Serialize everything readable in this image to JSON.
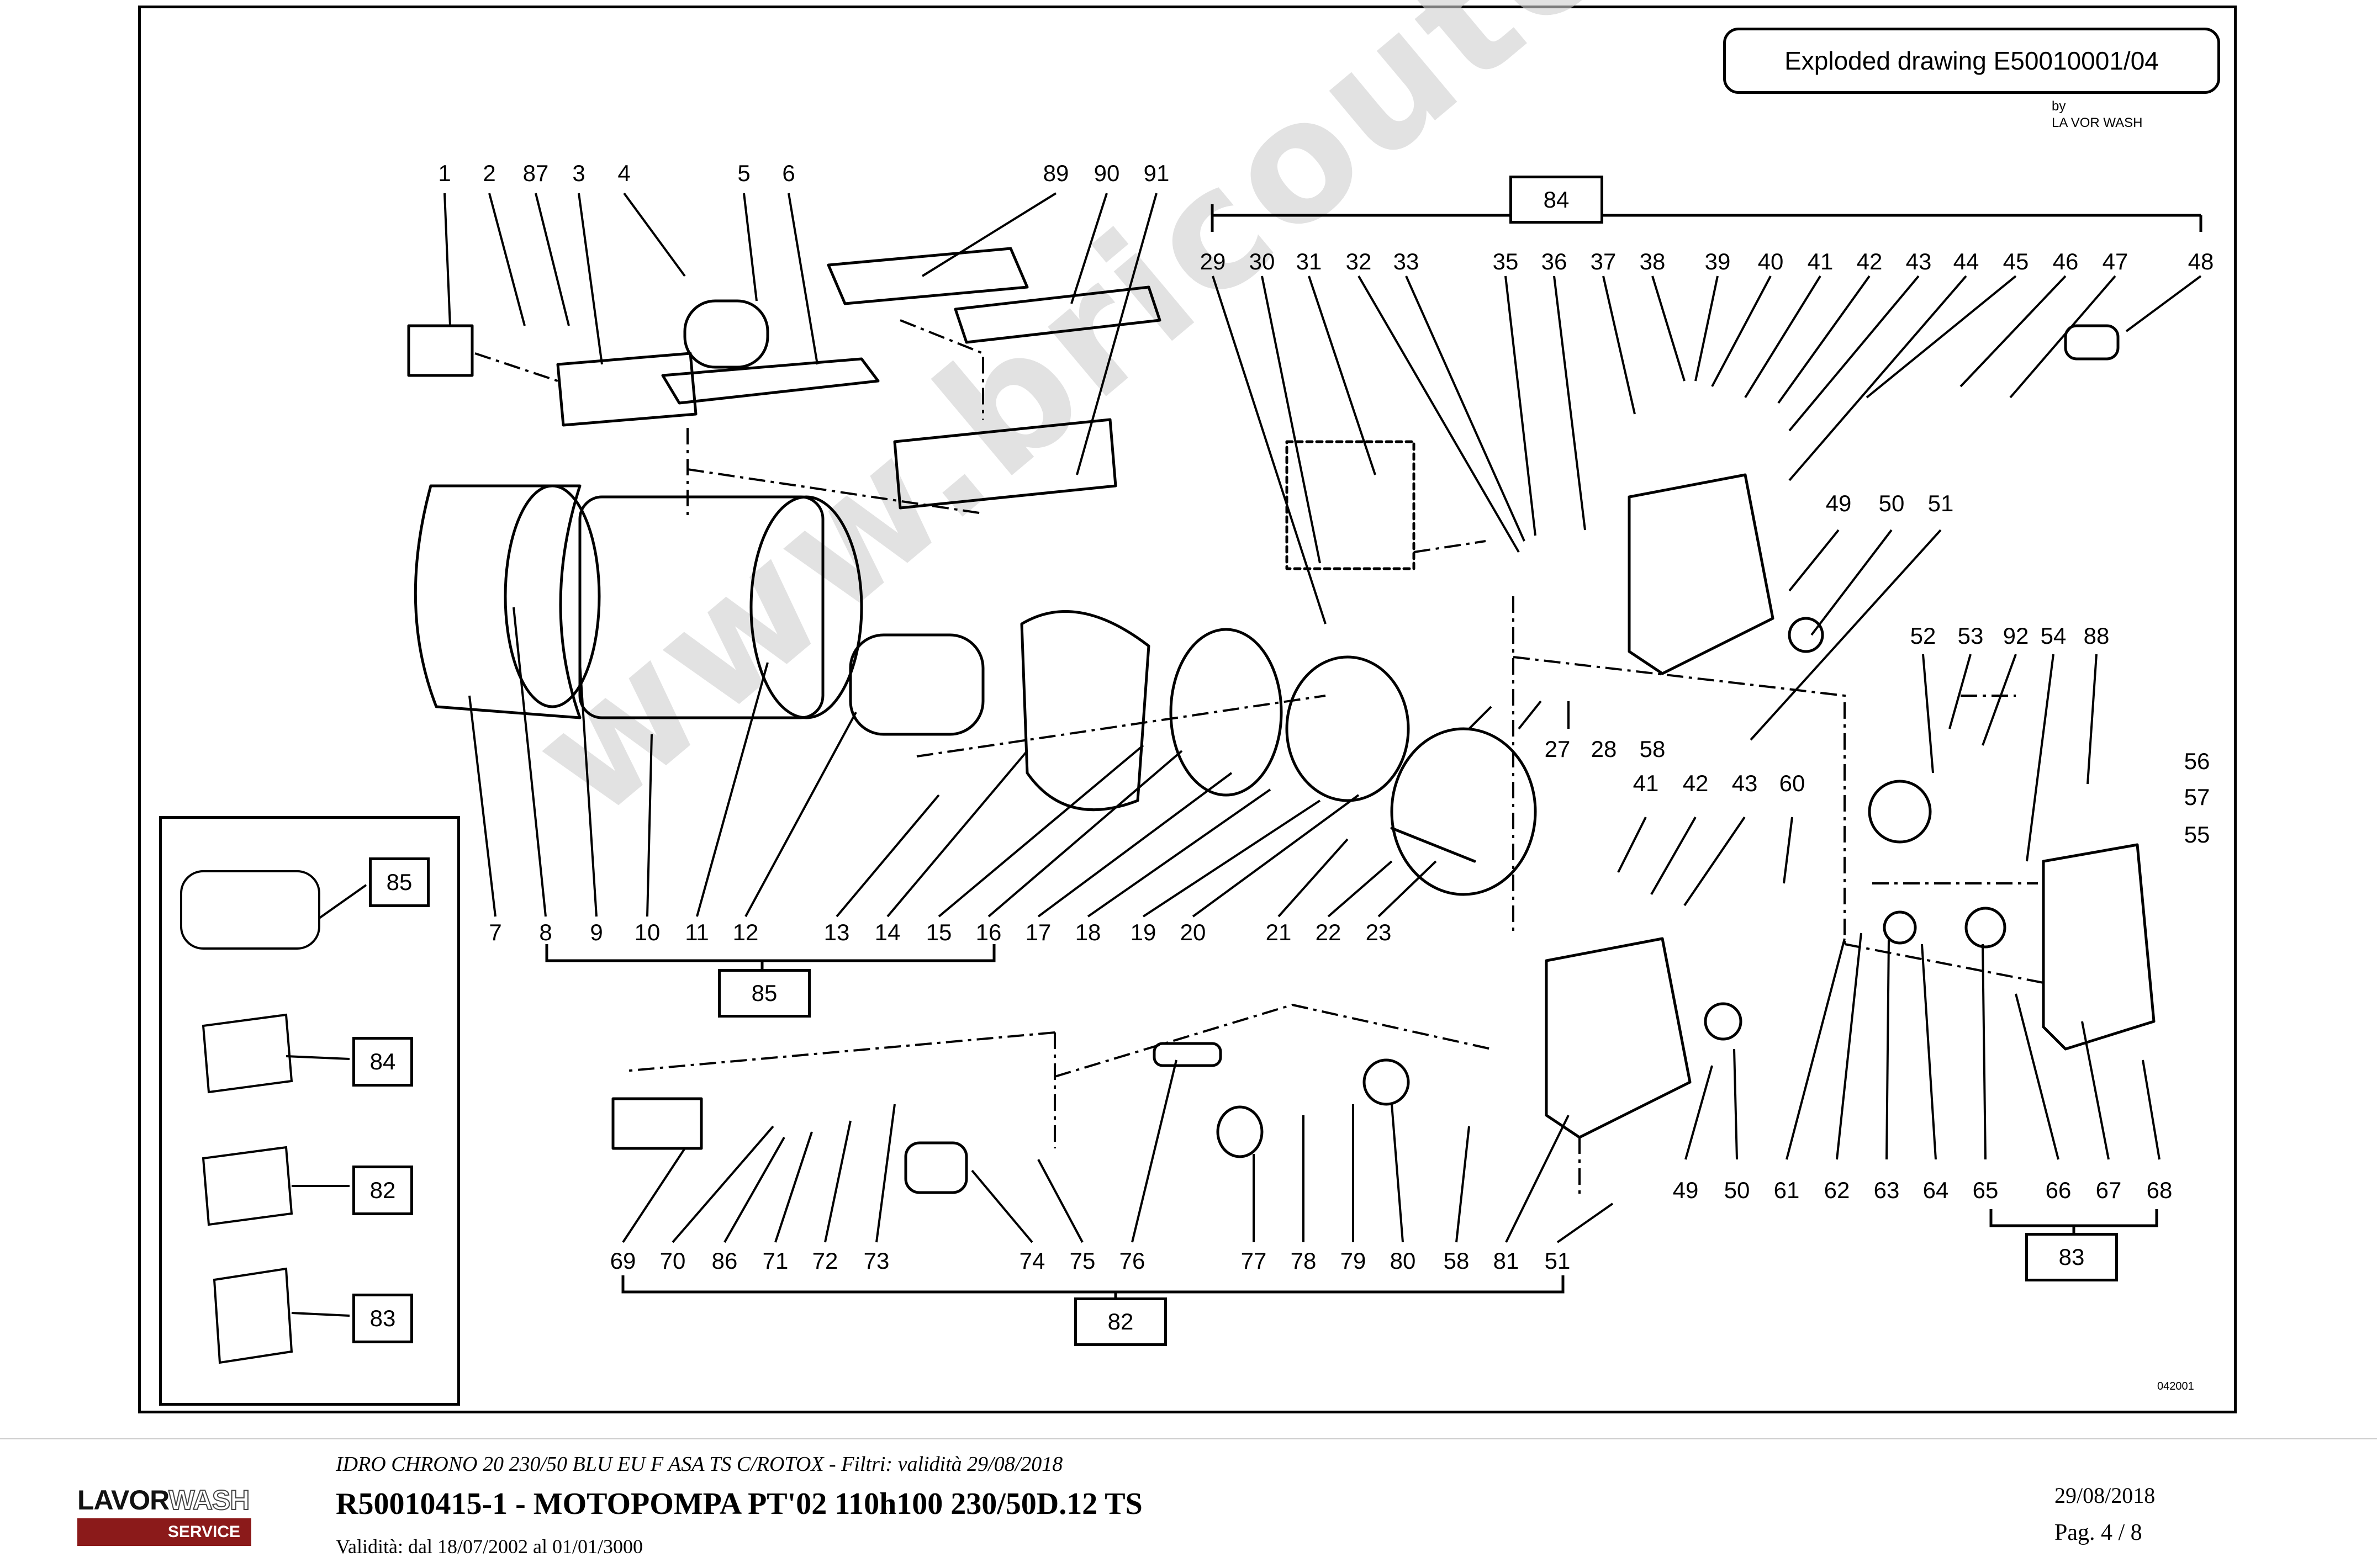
{
  "header": {
    "title": "Exploded drawing E50010001/04",
    "by": "by",
    "company": "LA VOR WASH",
    "drawing_code": "042001"
  },
  "watermark": "www.bricoutensili.com",
  "part_labels": [
    {
      "id": "p1",
      "text": "1"
    },
    {
      "id": "p2",
      "text": "2"
    },
    {
      "id": "p87",
      "text": "87"
    },
    {
      "id": "p3",
      "text": "3"
    },
    {
      "id": "p4",
      "text": "4"
    },
    {
      "id": "p5",
      "text": "5"
    },
    {
      "id": "p6",
      "text": "6"
    },
    {
      "id": "p89",
      "text": "89"
    },
    {
      "id": "p90",
      "text": "90"
    },
    {
      "id": "p91",
      "text": "91"
    },
    {
      "id": "p29",
      "text": "29"
    },
    {
      "id": "p30",
      "text": "30"
    },
    {
      "id": "p31",
      "text": "31"
    },
    {
      "id": "p32",
      "text": "32"
    },
    {
      "id": "p33",
      "text": "33"
    },
    {
      "id": "p35",
      "text": "35"
    },
    {
      "id": "p36",
      "text": "36"
    },
    {
      "id": "p37",
      "text": "37"
    },
    {
      "id": "p38",
      "text": "38"
    },
    {
      "id": "p39",
      "text": "39"
    },
    {
      "id": "p40",
      "text": "40"
    },
    {
      "id": "p41a",
      "text": "41"
    },
    {
      "id": "p42a",
      "text": "42"
    },
    {
      "id": "p43a",
      "text": "43"
    },
    {
      "id": "p44",
      "text": "44"
    },
    {
      "id": "p45",
      "text": "45"
    },
    {
      "id": "p46",
      "text": "46"
    },
    {
      "id": "p47",
      "text": "47"
    },
    {
      "id": "p48",
      "text": "48"
    },
    {
      "id": "p49a",
      "text": "49"
    },
    {
      "id": "p50a",
      "text": "50"
    },
    {
      "id": "p51a",
      "text": "51"
    },
    {
      "id": "p52",
      "text": "52"
    },
    {
      "id": "p53",
      "text": "53"
    },
    {
      "id": "p92",
      "text": "92"
    },
    {
      "id": "p54",
      "text": "54"
    },
    {
      "id": "p88",
      "text": "88"
    },
    {
      "id": "p56",
      "text": "56"
    },
    {
      "id": "p57",
      "text": "57"
    },
    {
      "id": "p55",
      "text": "55"
    },
    {
      "id": "p27",
      "text": "27"
    },
    {
      "id": "p28",
      "text": "28"
    },
    {
      "id": "p58a",
      "text": "58"
    },
    {
      "id": "p41b",
      "text": "41"
    },
    {
      "id": "p42b",
      "text": "42"
    },
    {
      "id": "p43b",
      "text": "43"
    },
    {
      "id": "p60",
      "text": "60"
    },
    {
      "id": "p7",
      "text": "7"
    },
    {
      "id": "p8",
      "text": "8"
    },
    {
      "id": "p9",
      "text": "9"
    },
    {
      "id": "p10",
      "text": "10"
    },
    {
      "id": "p11",
      "text": "11"
    },
    {
      "id": "p12",
      "text": "12"
    },
    {
      "id": "p13",
      "text": "13"
    },
    {
      "id": "p14",
      "text": "14"
    },
    {
      "id": "p15",
      "text": "15"
    },
    {
      "id": "p16",
      "text": "16"
    },
    {
      "id": "p17",
      "text": "17"
    },
    {
      "id": "p18",
      "text": "18"
    },
    {
      "id": "p19",
      "text": "19"
    },
    {
      "id": "p20",
      "text": "20"
    },
    {
      "id": "p21",
      "text": "21"
    },
    {
      "id": "p22",
      "text": "22"
    },
    {
      "id": "p23",
      "text": "23"
    },
    {
      "id": "p49b",
      "text": "49"
    },
    {
      "id": "p50b",
      "text": "50"
    },
    {
      "id": "p61",
      "text": "61"
    },
    {
      "id": "p62",
      "text": "62"
    },
    {
      "id": "p63",
      "text": "63"
    },
    {
      "id": "p64",
      "text": "64"
    },
    {
      "id": "p65",
      "text": "65"
    },
    {
      "id": "p66",
      "text": "66"
    },
    {
      "id": "p67",
      "text": "67"
    },
    {
      "id": "p68",
      "text": "68"
    },
    {
      "id": "p69",
      "text": "69"
    },
    {
      "id": "p70",
      "text": "70"
    },
    {
      "id": "p86",
      "text": "86"
    },
    {
      "id": "p71",
      "text": "71"
    },
    {
      "id": "p72",
      "text": "72"
    },
    {
      "id": "p73",
      "text": "73"
    },
    {
      "id": "p74",
      "text": "74"
    },
    {
      "id": "p75",
      "text": "75"
    },
    {
      "id": "p76",
      "text": "76"
    },
    {
      "id": "p77",
      "text": "77"
    },
    {
      "id": "p78",
      "text": "78"
    },
    {
      "id": "p79",
      "text": "79"
    },
    {
      "id": "p80",
      "text": "80"
    },
    {
      "id": "p58b",
      "text": "58"
    },
    {
      "id": "p81",
      "text": "81"
    },
    {
      "id": "p51b",
      "text": "51"
    }
  ],
  "group_labels": {
    "g84_top": "84",
    "g85_main": "85",
    "g82_main": "82",
    "g83_main": "83",
    "inset_85": "85",
    "inset_84": "84",
    "inset_82": "82",
    "inset_83": "83"
  },
  "footer": {
    "logo_main_1": "LAVOR",
    "logo_main_2": "WASH",
    "logo_service": "SERVICE",
    "model_line": "IDRO CHRONO 20 230/50 BLU EU F ASA TS C/ROTOX - Filtri: validità 29/08/2018",
    "code_line": "R50010415-1 - MOTOPOMPA PT'02 110h100 230/50D.12 TS",
    "validity_line": "Validità: dal 18/07/2002 al 01/01/3000",
    "date": "29/08/2018",
    "page": "Pag. 4 / 8"
  }
}
